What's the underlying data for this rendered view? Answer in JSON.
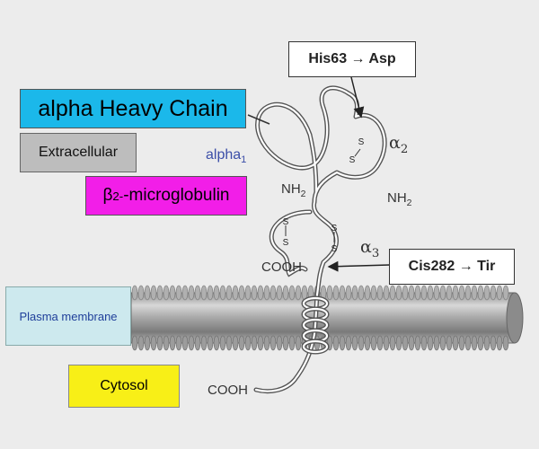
{
  "labels": {
    "alpha_heavy_chain": "alpha Heavy Chain",
    "extracellular": "Extracellular",
    "beta2_symbol": "β",
    "beta2_sub": "2-",
    "beta2_rest": "-microglobulin",
    "plasma_membrane": "Plasma membrane",
    "cytosol": "Cytosol",
    "alpha1": "alpha",
    "alpha1_sub": "1"
  },
  "mutations": {
    "his63": "His63 → Asp",
    "cis282": "Cis282 → Tir"
  },
  "domains": {
    "alpha2": "α",
    "alpha2_sub": "2",
    "alpha3": "α",
    "alpha3_sub": "3"
  },
  "termini": {
    "nh2": "NH",
    "nh2_sub": "2",
    "cooh_beta2": "COOH",
    "cooh_heavy": "COOH"
  },
  "disulfide_label": "S",
  "colors": {
    "background": "#ececec",
    "alpha_heavy_chain_box": "#1bb8ea",
    "extracellular_box": "#bdbdbd",
    "beta2_box": "#f21ee8",
    "plasma_membrane_box": "#cde9ee",
    "cytosol_box": "#f8ef17",
    "membrane_grey": "#9a9a9a"
  }
}
